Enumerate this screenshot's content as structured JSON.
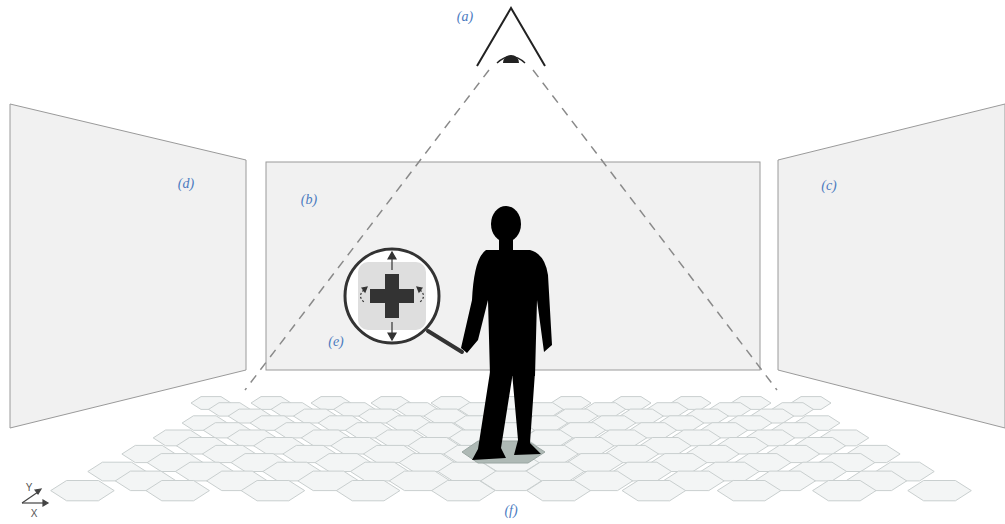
{
  "diagram": {
    "labels": [
      "(a)",
      "(d)",
      "(b)",
      "(c)",
      "(e)",
      "(f)",
      "Y",
      "X"
    ]
  }
}
